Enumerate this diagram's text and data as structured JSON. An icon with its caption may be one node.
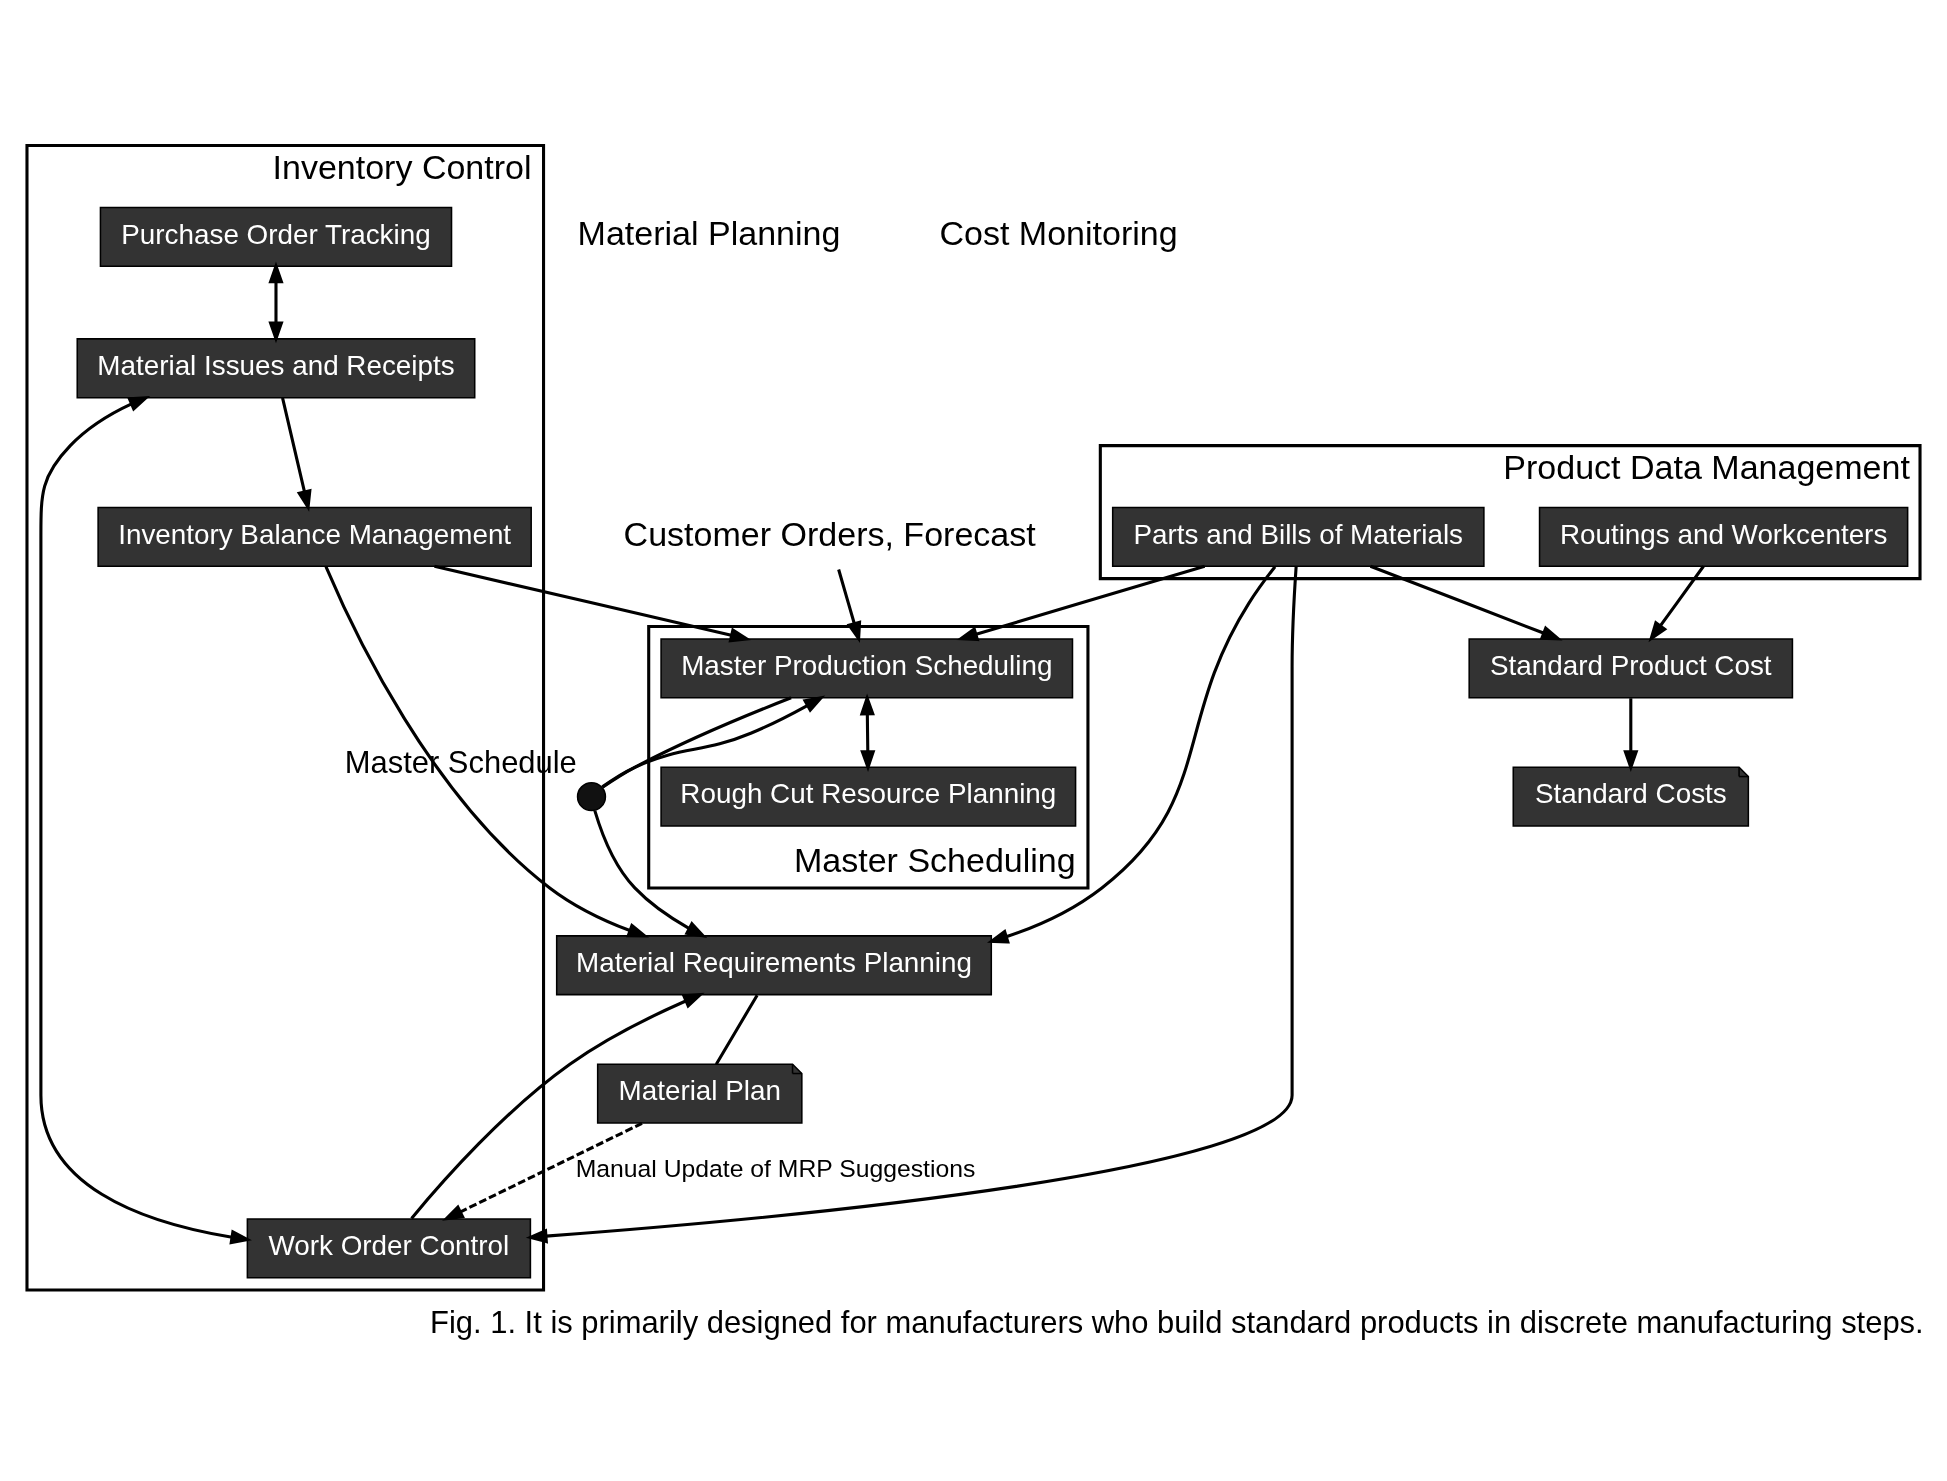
{
  "diagram": {
    "caption": "Fig. 1. It is primarily designed for manufacturers who build standard products in discrete manufacturing steps.",
    "nodes": [
      {
        "text": [
          "Inventory Control"
        ]
      },
      {
        "text": [
          "Inventory Balance Management"
        ],
        "in": 0
      },
      {
        "text": [
          "Purchase Order Tracking"
        ],
        "in": 0
      },
      {
        "text": [
          "Material Issues and Receipts"
        ],
        "in": 0
      },
      {
        "text": [
          "Work Order Control"
        ],
        "in": 0
      },
      {
        "text": [
          "Material Requirements Planning"
        ]
      },
      {
        "text": [
          "Material Plan"
        ]
      },
      {
        "text": [
          "Master Scheduling"
        ]
      },
      {
        "text": [
          "Master Production Scheduling"
        ],
        "in": 7
      },
      {
        "text": [
          "Rough Cut Resource Planning"
        ],
        "in": 7
      },
      {
        "text": [],
        "shape": "circle",
        "beside": [
          "Master Schedule"
        ]
      },
      {
        "text": [
          "Customer Orders, Forecast"
        ]
      },
      {
        "text": [
          "Product Data Management"
        ]
      },
      {
        "text": [
          "Parts and Bills of Materials"
        ],
        "in": 12
      },
      {
        "text": [
          "Routings and Workcenters"
        ],
        "in": 12
      },
      {
        "text": [
          "Standard Product Cost"
        ]
      },
      {
        "text": [
          "Standard Costs"
        ]
      }
    ],
    "edges": [
      {
        "from": 1,
        "to": 5,
        "arrow": "to"
      },
      {
        "from": 3,
        "to": 1,
        "arrow": "to"
      },
      {
        "from": 2,
        "to": 3,
        "arrow": "both"
      },
      {
        "from": 3,
        "to": 4,
        "arrow": "both"
      },
      {
        "from": 4,
        "to": 5,
        "arrow": "to"
      },
      {
        "from": 13,
        "to": 5,
        "arrow": "to"
      },
      {
        "from": 13,
        "to": 4,
        "arrow": "to"
      },
      {
        "from": 13,
        "to": 8,
        "arrow": "to"
      },
      {
        "from": 13,
        "to": 15,
        "arrow": "to"
      },
      {
        "from": 14,
        "to": 15,
        "arrow": "to"
      },
      {
        "from": 15,
        "to": 16,
        "arrow": "to"
      },
      {
        "from": 5,
        "to": 6,
        "arrow": "none"
      },
      {
        "from": 6,
        "to": 4,
        "arrow": "to",
        "style": "dashed",
        "label": "Manual Update of MRP Suggestions"
      },
      {
        "from": 8,
        "to": 9,
        "arrow": "both"
      },
      {
        "from": 1,
        "to": 8,
        "arrow": "to"
      },
      {
        "from": 8,
        "to": 10,
        "arrow": "none"
      },
      {
        "from": 10,
        "to": 5,
        "arrow": "to"
      },
      {
        "from": 10,
        "to": 8,
        "arrow": "to"
      },
      {
        "from": 11,
        "to": 8,
        "arrow": "to"
      }
    ],
    "labels": [
      "Material Planning",
      "Cost Monitoring"
    ]
  }
}
